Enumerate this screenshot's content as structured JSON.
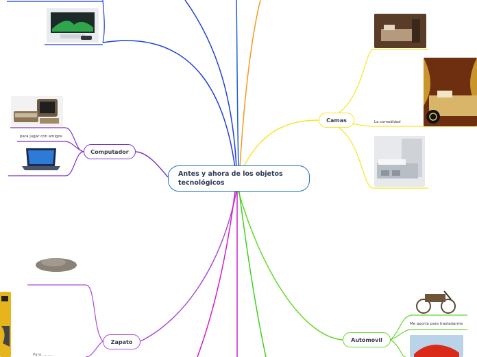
{
  "central": {
    "title": "Antes y ahora de los objetos tecnológicos"
  },
  "nodes": {
    "camas": "Camas",
    "computador": "Computador",
    "zapato": "Zapato",
    "automovil": "Automovil"
  },
  "labels": {
    "la_comodidad": "La comodidad",
    "para_jugar": "para jugar con amigos",
    "me_aporta": "Me aporta para trasladarme",
    "zapato_partial": "Para ………"
  },
  "colors": {
    "central_border": "#1e6fd9",
    "camas": "#f5e61e",
    "computador": "#7b2fd1",
    "zapato": "#a94ad6",
    "automovil": "#62d82a",
    "blue": "#1f3fd6",
    "orange": "#f59a1c",
    "magenta": "#d21ec9",
    "green": "#3fd11e"
  }
}
